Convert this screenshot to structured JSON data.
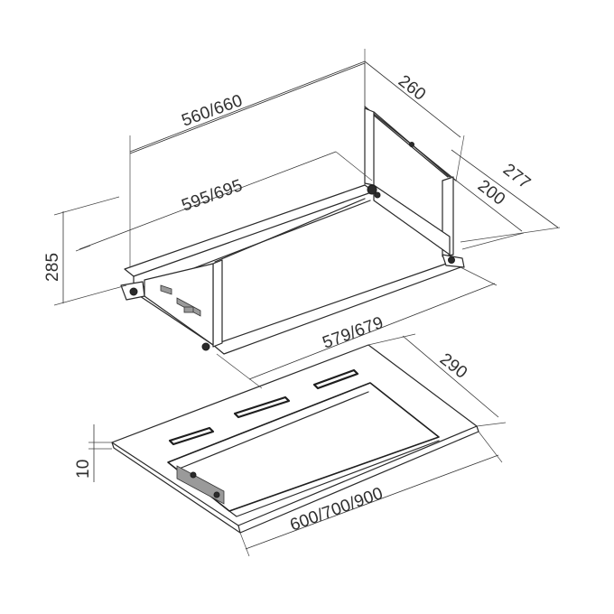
{
  "dimensions": {
    "top_width": "560/660",
    "depth_top": "260",
    "depth_277": "277",
    "depth_200": "200",
    "frame_width": "595/695",
    "height": "285",
    "inner_width": "579/679",
    "panel_depth": "290",
    "panel_thickness": "10",
    "panel_width": "600/700/900"
  },
  "colors": {
    "line": "#2a2a2a",
    "background": "#ffffff"
  }
}
